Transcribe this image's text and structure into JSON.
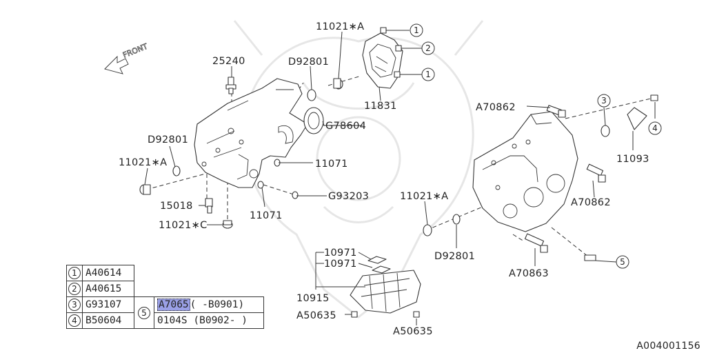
{
  "diagram": {
    "front_label": "FRONT",
    "labels": {
      "p11021a_top": "11021∗A",
      "p25240": "25240",
      "pD92801_top": "D92801",
      "pG78604": "G78604",
      "p11831": "11831",
      "pD92801_left": "D92801",
      "p11021a_left": "11021∗A",
      "p11071_right": "11071",
      "pG93203": "G93203",
      "p15018": "15018",
      "p11021c": "11021∗C",
      "p11071_bottom": "11071",
      "pA70862_top": "A70862",
      "p11093": "11093",
      "pA70862_right": "A70862",
      "p11021a_right": "11021∗A",
      "pD92801_right": "D92801",
      "pA70863": "A70863",
      "p10971_a": "10971",
      "p10971_b": "10971",
      "p10915": "10915",
      "pA50635_left": "A50635",
      "pA50635_right": "A50635"
    },
    "callouts": {
      "c1_top": "1",
      "c2": "2",
      "c1_mid": "1",
      "c3": "3",
      "c4": "4",
      "c5": "5"
    }
  },
  "legend": {
    "rows": [
      {
        "num": "1",
        "code": "A40614"
      },
      {
        "num": "2",
        "code": "A40615"
      },
      {
        "num": "3",
        "code": "G93107"
      },
      {
        "num": "4",
        "code": "B50604"
      }
    ],
    "item5": {
      "num": "5",
      "line1_code": "A7065",
      "line1_range": "( -B0901)",
      "line2": "0104S (B0902- )"
    }
  },
  "reference_id": "A004001156"
}
